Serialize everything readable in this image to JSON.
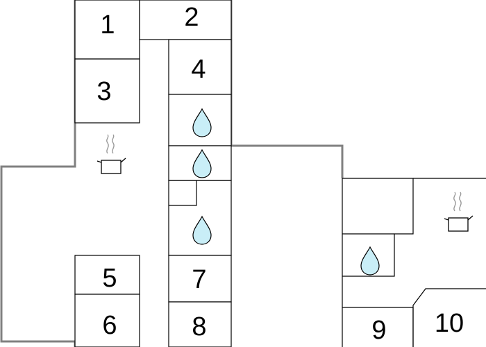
{
  "room_labels": {
    "r1": "1",
    "r2": "2",
    "r3": "3",
    "r4": "4",
    "r5": "5",
    "r6": "6",
    "r7": "7",
    "r8": "8",
    "r9": "9",
    "r10": "10"
  },
  "icons": {
    "bathroom": "water-drop-icon",
    "kitchen": "cooking-pot-icon"
  },
  "colors": {
    "outline": "#808080",
    "water_drop": "#c9eef7",
    "steam": "#999999"
  }
}
